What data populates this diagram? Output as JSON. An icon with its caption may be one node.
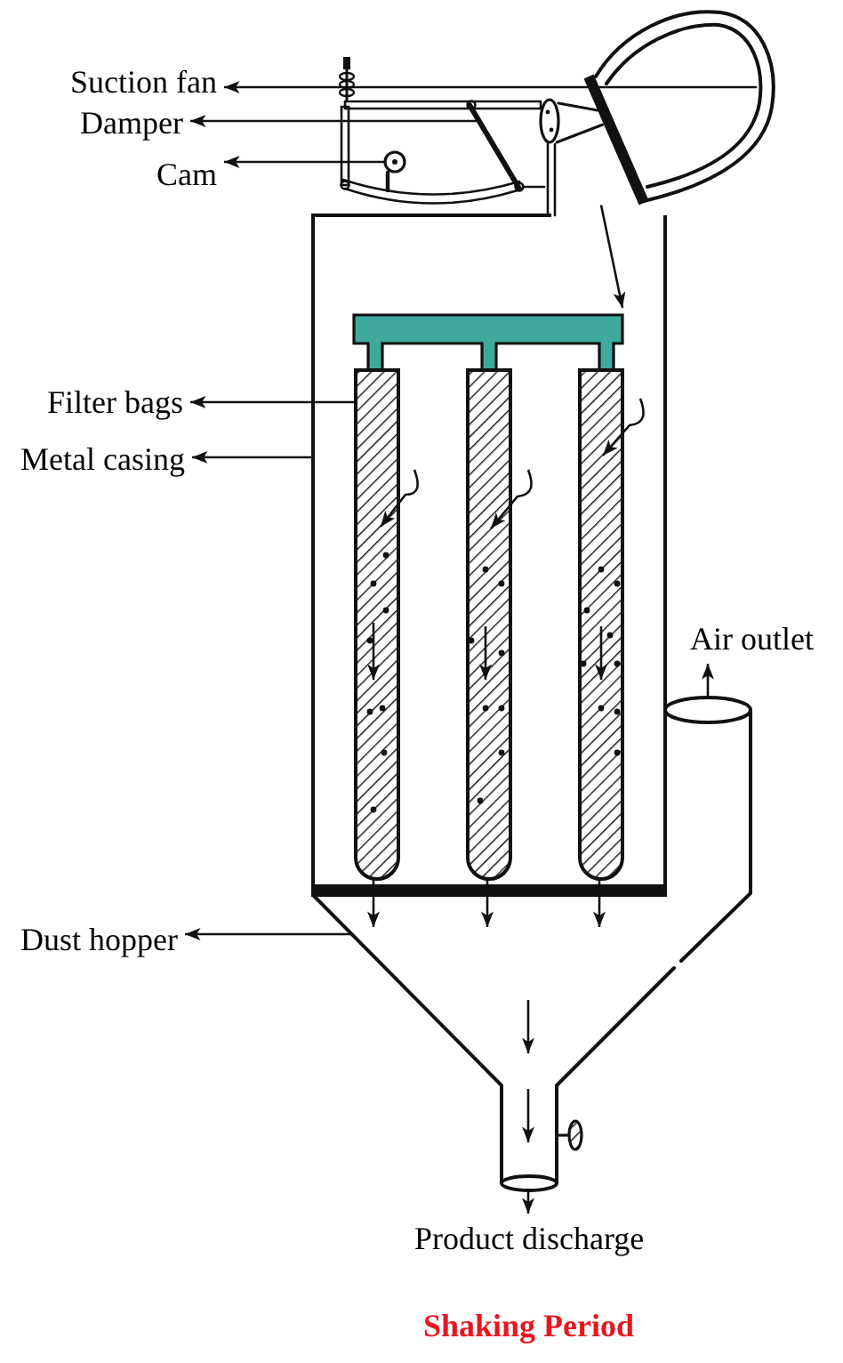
{
  "diagram": {
    "caption": "Shaking Period",
    "nodes": [
      {
        "text": [
          "Suction fan"
        ]
      },
      {
        "text": [],
        "shape": "picture"
      },
      {
        "text": [],
        "shape": "picture"
      },
      {
        "text": [
          "Damper"
        ]
      },
      {
        "text": [],
        "shape": "picture",
        "in": 2
      },
      {
        "text": [
          "Cam"
        ]
      },
      {
        "text": [],
        "shape": "circle",
        "in": 2
      },
      {
        "text": [],
        "shape": "box"
      },
      {
        "text": [],
        "shape": "picture",
        "in": 7
      },
      {
        "text": [],
        "shape": "bar",
        "in": 7
      },
      {
        "text": [],
        "shape": "bar",
        "in": 7
      },
      {
        "text": [],
        "shape": "bar",
        "in": 7
      },
      {
        "text": [
          "Filter bags"
        ]
      },
      {
        "text": [
          "Metal casing"
        ]
      },
      {
        "text": [
          "Air outlet"
        ]
      },
      {
        "text": [],
        "shape": "cylinder"
      },
      {
        "text": [
          "Dust hopper"
        ]
      },
      {
        "text": [],
        "shape": "picture"
      },
      {
        "text": [],
        "shape": "cylinder"
      },
      {
        "text": [
          "Product discharge"
        ]
      }
    ],
    "edges": [
      {
        "from": 1,
        "to": 0,
        "arrow": "to"
      },
      {
        "from": 4,
        "to": 3,
        "arrow": "to"
      },
      {
        "from": 6,
        "to": 5,
        "arrow": "to"
      },
      {
        "from": 1,
        "to": 8,
        "arrow": "to"
      },
      {
        "from": 9,
        "to": 12,
        "arrow": "to"
      },
      {
        "from": 7,
        "to": 13,
        "arrow": "to"
      },
      {
        "from": 9,
        "to": 17,
        "arrow": "to"
      },
      {
        "from": 10,
        "to": 17,
        "arrow": "to"
      },
      {
        "from": 11,
        "to": 17,
        "arrow": "to"
      },
      {
        "from": 15,
        "to": 14,
        "arrow": "to"
      },
      {
        "from": 17,
        "to": 16,
        "arrow": "to"
      },
      {
        "from": 18,
        "to": 19,
        "arrow": "to"
      }
    ]
  }
}
